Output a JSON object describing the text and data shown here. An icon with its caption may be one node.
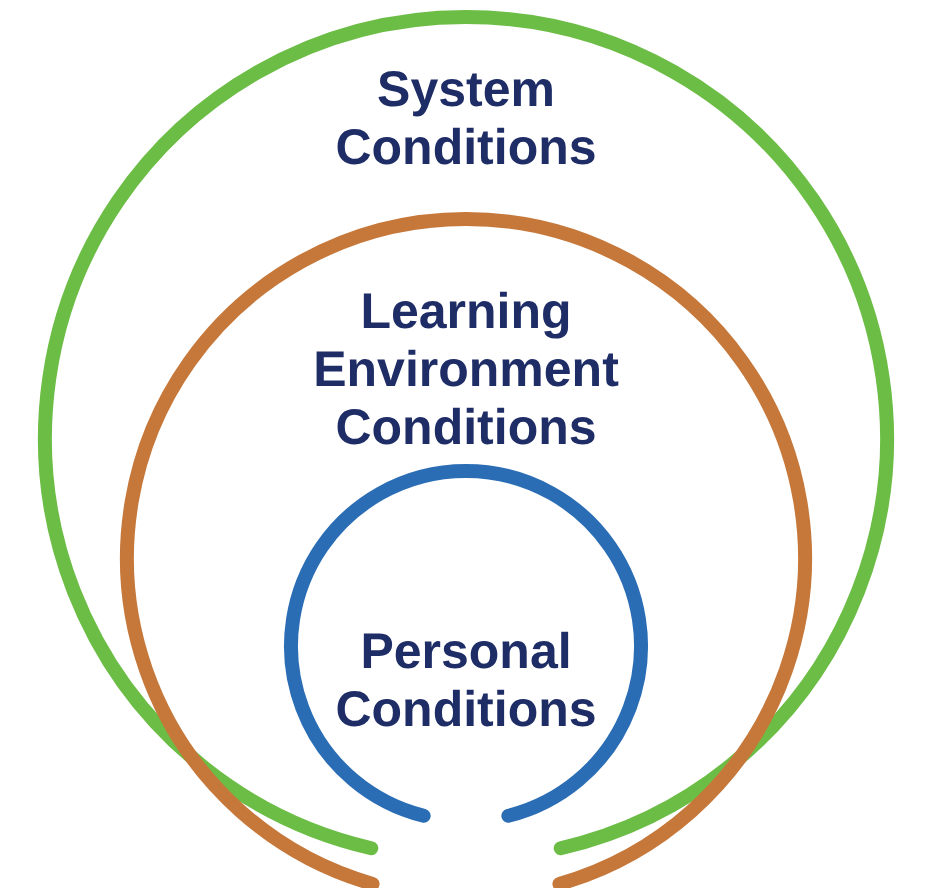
{
  "diagram": {
    "nodes": [
      {
        "text": [
          "System Conditions"
        ]
      },
      {
        "text": [
          "Learning Environment Conditions"
        ],
        "in": 0
      },
      {
        "text": [
          "Personal Conditions"
        ],
        "in": 1
      }
    ]
  }
}
